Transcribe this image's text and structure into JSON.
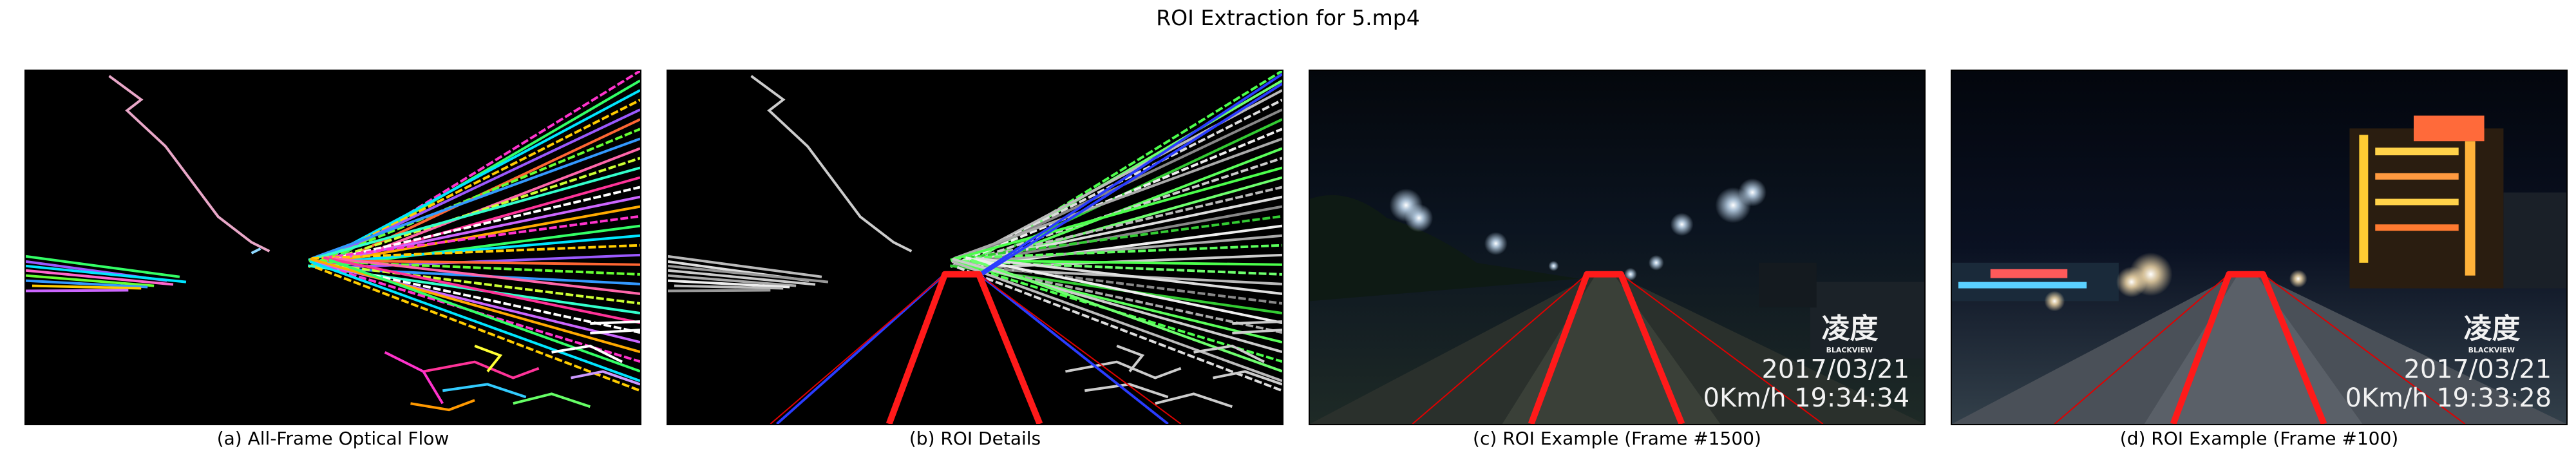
{
  "figure": {
    "title": "ROI Extraction for 5.mp4"
  },
  "panels": [
    {
      "caption": "(a) All-Frame Optical Flow"
    },
    {
      "caption": "(b) ROI Details"
    },
    {
      "caption": "(c) ROI Example (Frame #1500)",
      "overlay": {
        "brand": "凌度",
        "brand_sub": "BLACKVIEW",
        "date": "2017/03/21",
        "speed_time": "0Km/h 19:34:34"
      }
    },
    {
      "caption": "(d) ROI Example (Frame #100)",
      "overlay": {
        "brand": "凌度",
        "brand_sub": "BLACKVIEW",
        "date": "2017/03/21",
        "speed_time": "0Km/h 19:33:28"
      }
    }
  ],
  "colors": {
    "roi": "#ff1a1a",
    "roi_thin": "#e00000",
    "flow_blue": "#2a3cff"
  }
}
